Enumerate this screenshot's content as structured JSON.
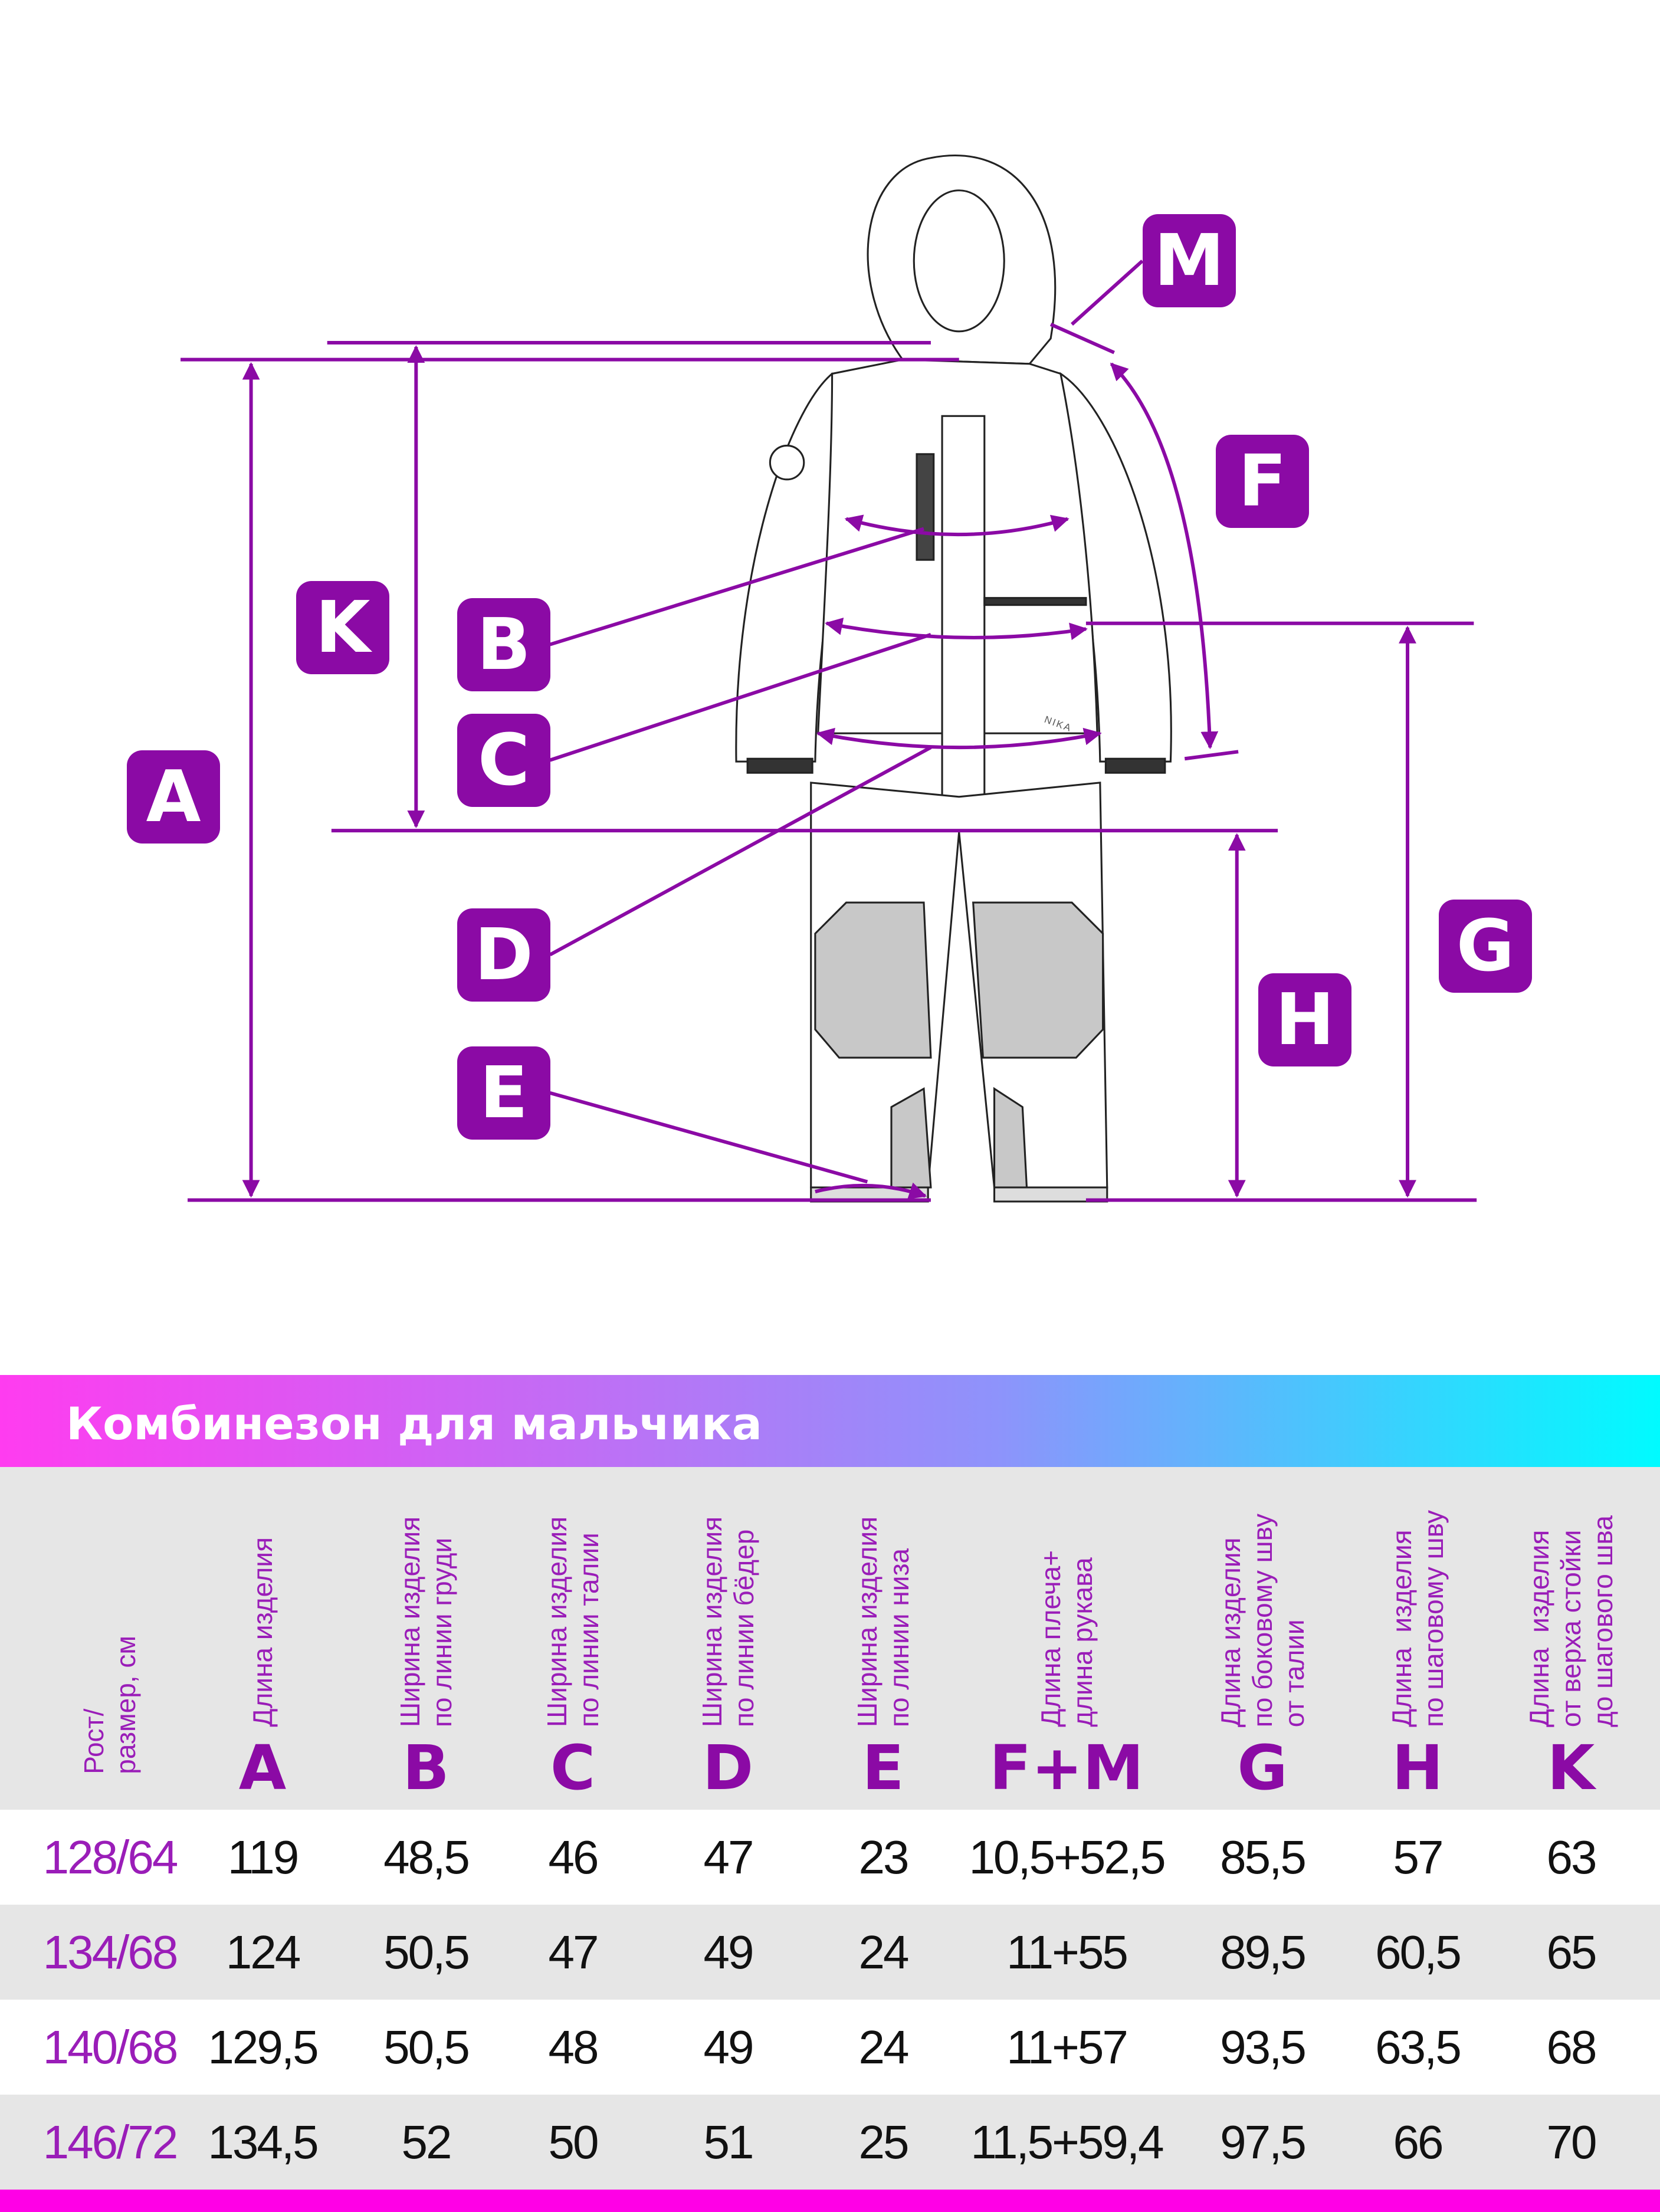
{
  "diagram": {
    "labels": [
      "A",
      "B",
      "C",
      "D",
      "E",
      "F",
      "G",
      "H",
      "K",
      "M"
    ],
    "accent_color": "#8b0aa5",
    "brand_mark": "NIKA"
  },
  "table": {
    "title": "Комбинезон для мальчика",
    "columns": [
      {
        "text": "Рост/\nразмер, см",
        "letter": ""
      },
      {
        "text": "Длина изделия",
        "letter": "A"
      },
      {
        "text": "Ширина изделия\nпо линии груди",
        "letter": "B"
      },
      {
        "text": "Ширина изделия\nпо линии талии",
        "letter": "C"
      },
      {
        "text": "Ширина изделия\nпо линии бёдер",
        "letter": "D"
      },
      {
        "text": "Ширина изделия\nпо линии низа",
        "letter": "E"
      },
      {
        "text": "Длина плеча+\nдлина рукава",
        "letter": "F+M"
      },
      {
        "text": "Длина изделия\nпо боковому шву\nот талии",
        "letter": "G"
      },
      {
        "text": "Длина  изделия\nпо шаговому шву",
        "letter": "H"
      },
      {
        "text": "Длина  изделия\nот верха стойки\nдо шагового шва",
        "letter": "K"
      }
    ],
    "rows": [
      [
        "128/64",
        "119",
        "48,5",
        "46",
        "47",
        "23",
        "10,5+52,5",
        "85,5",
        "57",
        "63"
      ],
      [
        "134/68",
        "124",
        "50,5",
        "47",
        "49",
        "24",
        "11+55",
        "89,5",
        "60,5",
        "65"
      ],
      [
        "140/68",
        "129,5",
        "50,5",
        "48",
        "49",
        "24",
        "11+57",
        "93,5",
        "63,5",
        "68"
      ],
      [
        "146/72",
        "134,5",
        "52",
        "50",
        "51",
        "25",
        "11,5+59,4",
        "97,5",
        "66",
        "70"
      ]
    ]
  }
}
